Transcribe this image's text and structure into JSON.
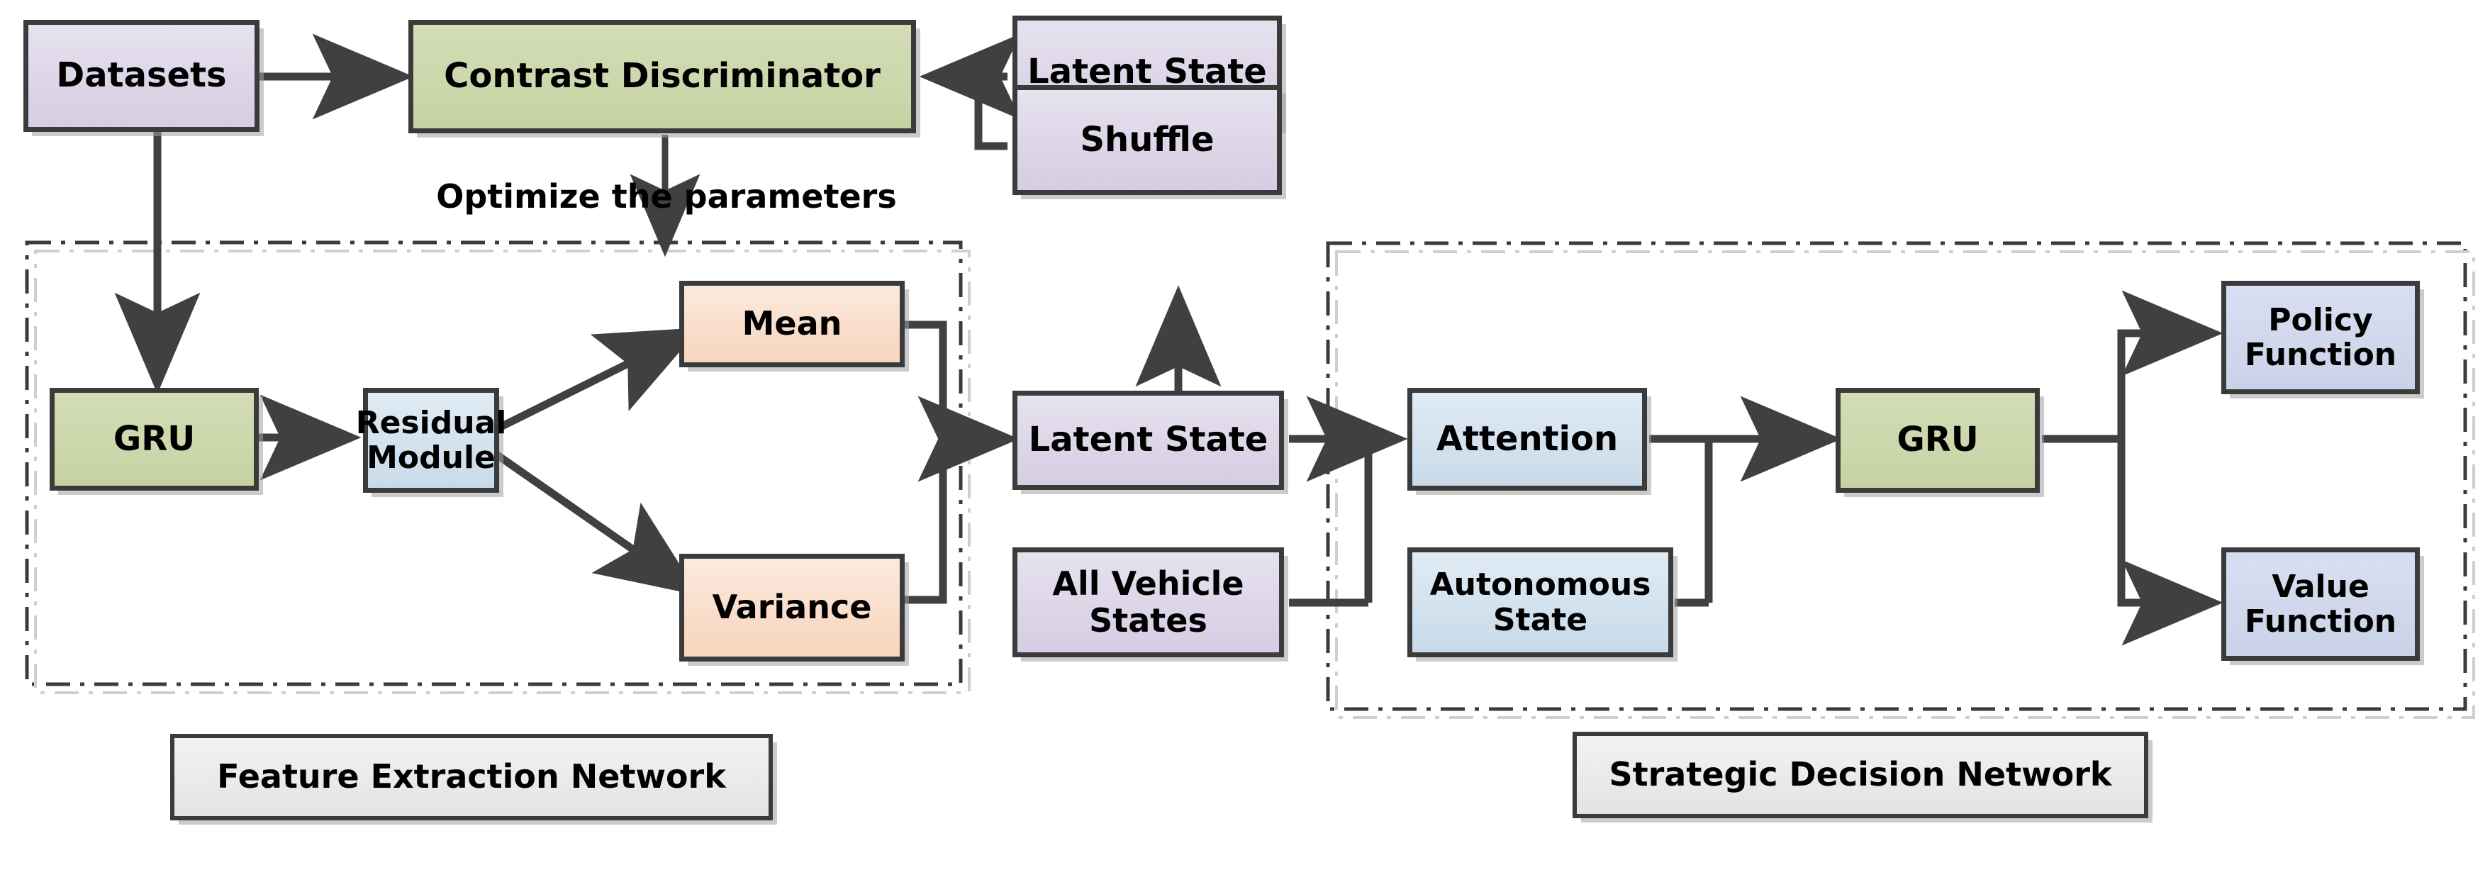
{
  "diagram": {
    "title": "Feature Extraction and Strategic Decision Network Architecture",
    "colors": {
      "purple": "#ddd6e8",
      "green": "#ccd7ab",
      "blue": "#d3e2ee",
      "peach": "#f9ddc9",
      "lavender": "#d1d8ec",
      "grey": "#eaeaea",
      "stroke": "#3b3b3b",
      "arrow": "#404040"
    },
    "nodes": {
      "datasets": "Datasets",
      "contrast_discriminator": "Contrast Discriminator",
      "latent_state_top": "Latent State",
      "shuffle": "Shuffle",
      "gru_left": "GRU",
      "residual_module": "Residual\nModule",
      "residual_module_line1": "Residual",
      "residual_module_line2": "Module",
      "mean": "Mean",
      "variance": "Variance",
      "latent_state_mid": "Latent State",
      "all_vehicle_states_line1": "All Vehicle",
      "all_vehicle_states_line2": "States",
      "attention": "Attention",
      "autonomous_state_line1": "Autonomous",
      "autonomous_state_line2": "State",
      "gru_right": "GRU",
      "policy_function_line1": "Policy",
      "policy_function_line2": "Function",
      "value_function_line1": "Value",
      "value_function_line2": "Function"
    },
    "edge_labels": {
      "optimize": "Optimize the parameters"
    },
    "group_labels": {
      "feature_extraction_network": "Feature Extraction Network",
      "strategic_decision_network": "Strategic Decision Network"
    }
  }
}
